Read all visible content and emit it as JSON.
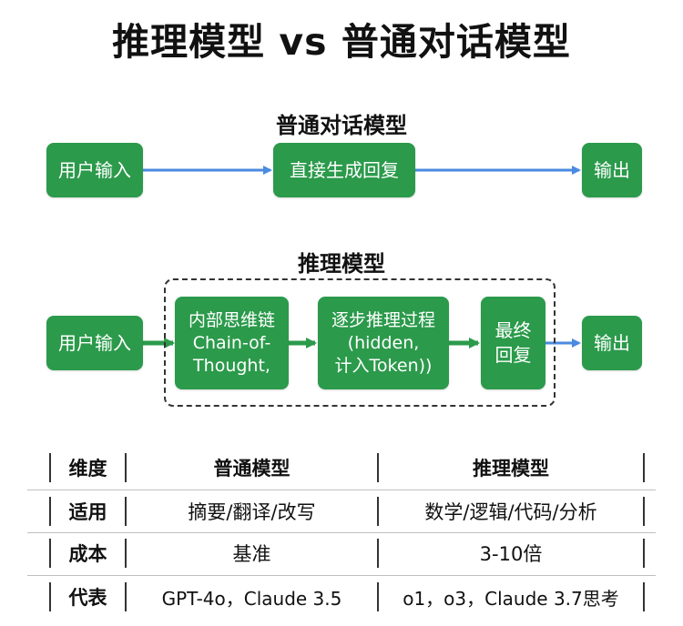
{
  "title": "推理模型 vs 普通对话模型",
  "regular_flow": {
    "title": "普通对话模型",
    "input": "用户输入",
    "process": "直接生成回复",
    "output": "输出"
  },
  "reasoning_flow": {
    "title": "推理模型",
    "input": "用户输入",
    "cot": [
      "内部思维链",
      "Chain-of-",
      "Thought,"
    ],
    "steps": [
      "逐步推理过程",
      "(hidden,",
      "计入Token))"
    ],
    "final": [
      "最终",
      "回复"
    ],
    "output": "输出"
  },
  "colors": {
    "box_green": "#2b9a4b",
    "arrow_blue": "#4a8ae0",
    "arrow_green": "#2b9a4b"
  },
  "table": {
    "headers": [
      "维度",
      "普通模型",
      "推理模型"
    ],
    "rows": [
      [
        "适用",
        "摘要/翻译/改写",
        "数学/逻辑/代码/分析"
      ],
      [
        "成本",
        "基准",
        "3-10倍"
      ],
      [
        "代表",
        "GPT-4o，Claude 3.5",
        "o1，o3，Claude 3.7思考"
      ]
    ]
  }
}
